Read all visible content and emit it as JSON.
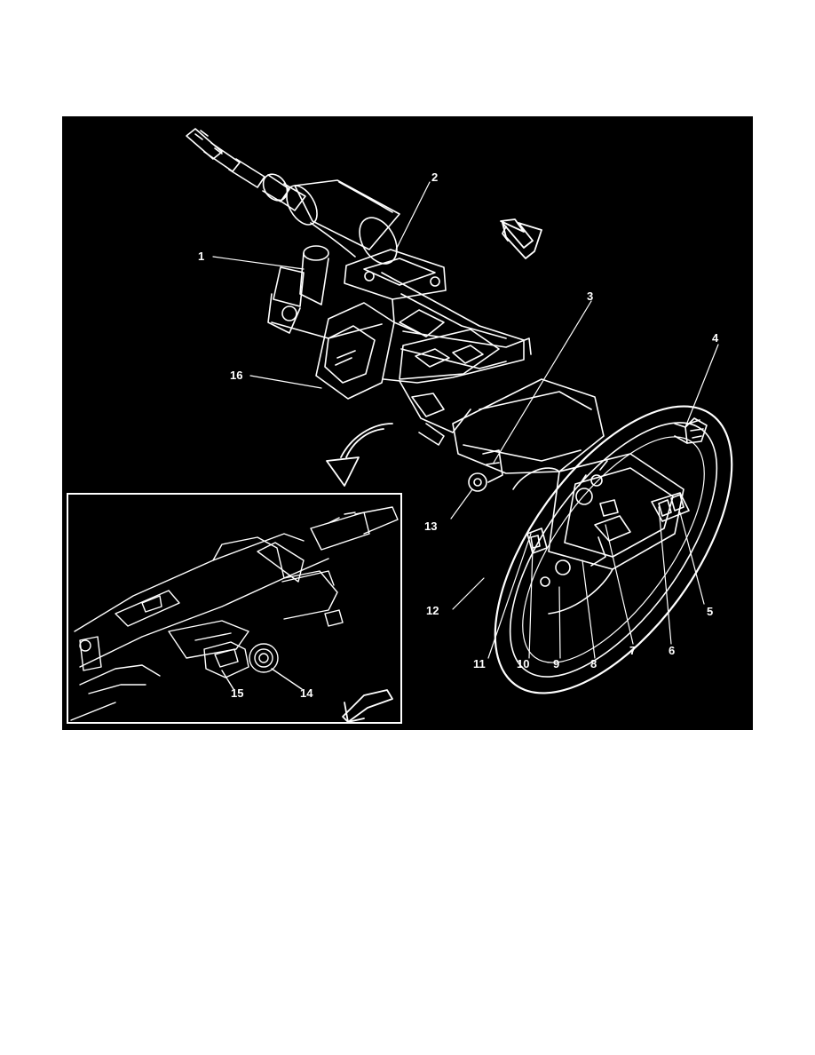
{
  "figure": {
    "background": "#000000",
    "line_color": "#ffffff",
    "callouts": {
      "c1": "1",
      "c2": "2",
      "c3": "3",
      "c4": "4",
      "c5": "5",
      "c6": "6",
      "c7": "7",
      "c8": "8",
      "c9": "9",
      "c10": "10",
      "c11": "11",
      "c12": "12",
      "c13": "13",
      "c14": "14",
      "c15": "15",
      "c16": "16"
    },
    "icons": {
      "direction_arrow_main": "arrow-up-left-icon",
      "direction_arrow_inset": "arrow-down-left-icon",
      "detail_view_arrow": "curved-arrow-icon"
    }
  }
}
